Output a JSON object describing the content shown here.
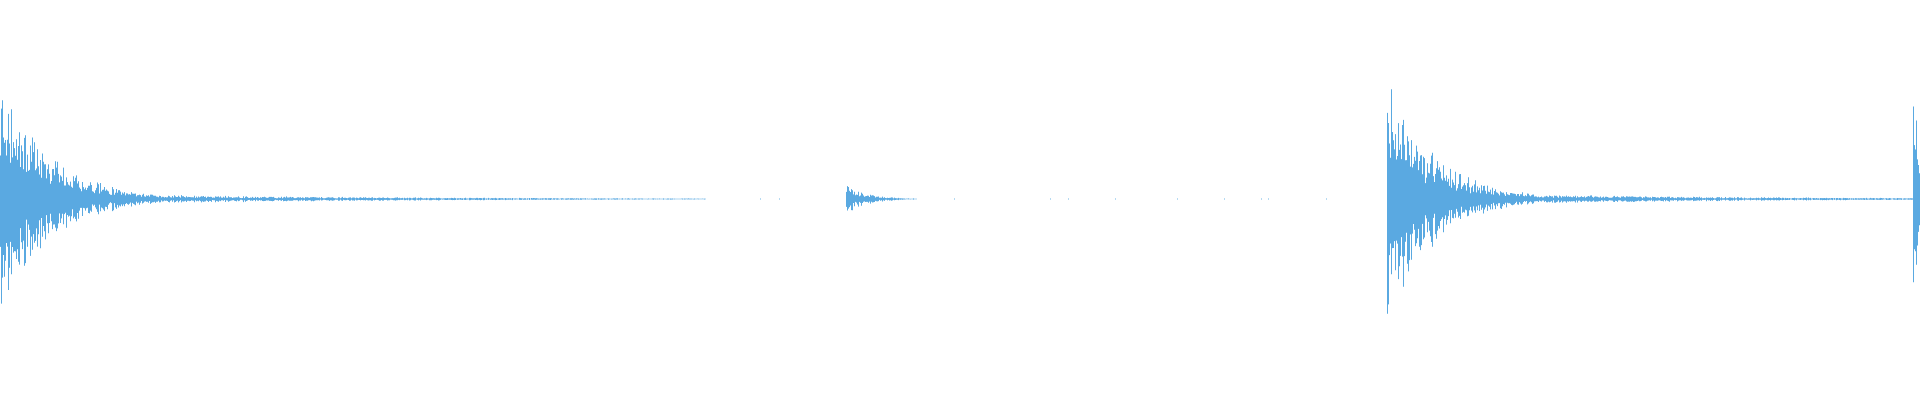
{
  "waveform": {
    "color": "#5aa9e1",
    "background": "#ffffff",
    "bursts": [
      {
        "time": 0.0,
        "peak": 0.92,
        "decay": 0.14,
        "asym": 0.05
      },
      {
        "time": 0.441,
        "peak": 0.12,
        "decay": 0.06,
        "asym": 0.0
      },
      {
        "time": 0.723,
        "peak": 1.0,
        "decay": 0.13,
        "asym": 0.1
      },
      {
        "time": 0.997,
        "peak": 0.98,
        "decay": 0.02,
        "asym": 0.0
      }
    ]
  }
}
